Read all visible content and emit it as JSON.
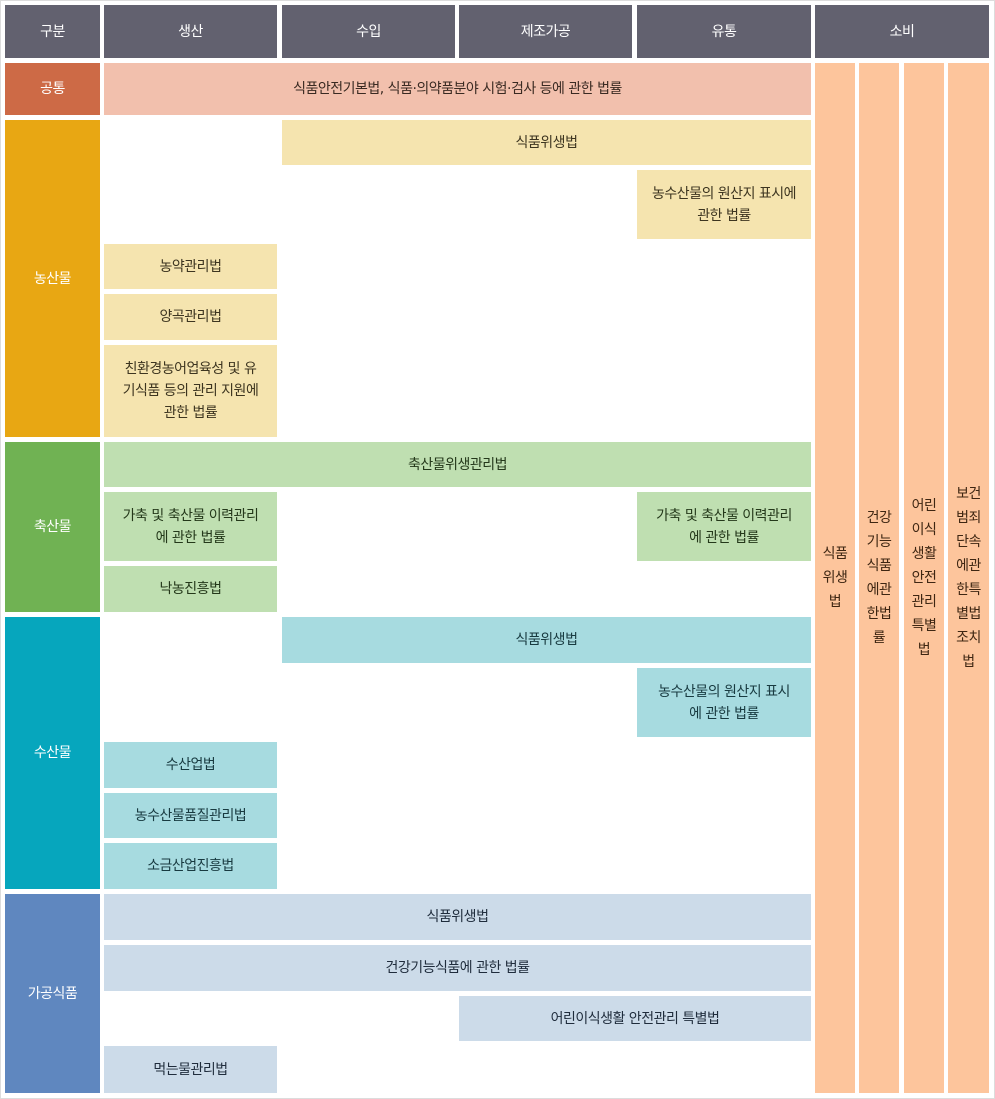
{
  "header": {
    "category": "구분",
    "production": "생산",
    "import": "수입",
    "manufacturing": "제조가공",
    "distribution": "유통",
    "consumption": "소비"
  },
  "categories": {
    "common": "공통",
    "agri": "농산물",
    "livestock": "축산물",
    "fishery": "수산물",
    "processed": "가공식품"
  },
  "laws": {
    "common_basic": "식품안전기본법, 식품·의약품분야 시험·검사 등에 관한 법률",
    "agri_hygiene": "식품위생법",
    "agri_origin": "농수산물의 원산지 표시에 관한 법률",
    "agri_pesticide": "농약관리법",
    "agri_seed": "양곡관리법",
    "agri_eco": "친환경농어업육성 및 유기식품 등의 관리 지원에 관한 법률",
    "live_sanitary": "축산물위생관리법",
    "live_trace_prod": "가축 및 축산물 이력관리에 관한 법률",
    "live_trace_dist": "가축 및 축산물 이력관리에 관한 법률",
    "live_dairy": "낙농진흥법",
    "fish_hygiene": "식품위생법",
    "fish_origin": "농수산물의 원산지 표시에 관한 법률",
    "fish_industry": "수산업법",
    "fish_quality": "농수산물품질관리법",
    "fish_salt": "소금산업진흥법",
    "proc_hygiene": "식품위생법",
    "proc_health": "건강기능식품에 관한 법률",
    "proc_children": "어린이식생활 안전관리 특별법",
    "proc_water": "먹는물관리법",
    "cons_hygiene": "식품위생법",
    "cons_health": "건강기능식품에관한법률",
    "cons_children": "어린이식생활안전관리특별법",
    "cons_health_crime": "보건범죄단속에관한특별법조치법"
  }
}
